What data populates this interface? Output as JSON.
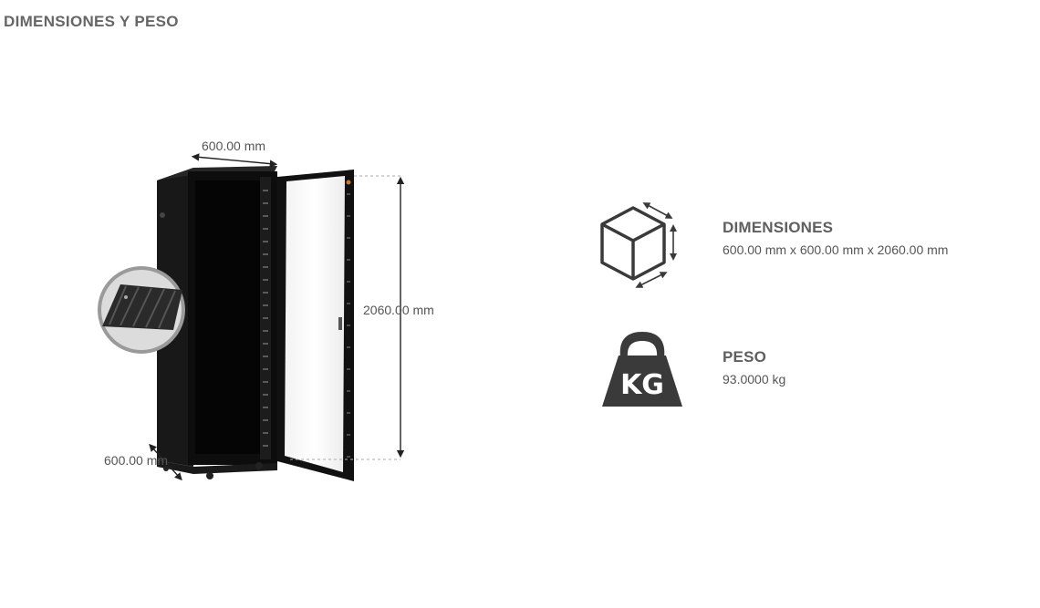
{
  "section": {
    "title": "DIMENSIONES Y PESO"
  },
  "figure": {
    "width_label": "600.00 mm",
    "height_label": "2060.00 mm",
    "depth_label": "600.00 mm"
  },
  "icons": {
    "dimensions": "cube-dimensions-icon",
    "weight": "kg-weight-icon",
    "detail": "cable-floor-detail-icon"
  },
  "specs": {
    "dimensions": {
      "title": "DIMENSIONES",
      "value": "600.00 mm x 600.00 mm x 2060.00 mm"
    },
    "weight": {
      "title": "PESO",
      "value": "93.0000 kg"
    }
  },
  "colors": {
    "cabinet": "#111111",
    "arrow": "#222222",
    "icon": "#3a3a3a",
    "text": "#555555"
  }
}
